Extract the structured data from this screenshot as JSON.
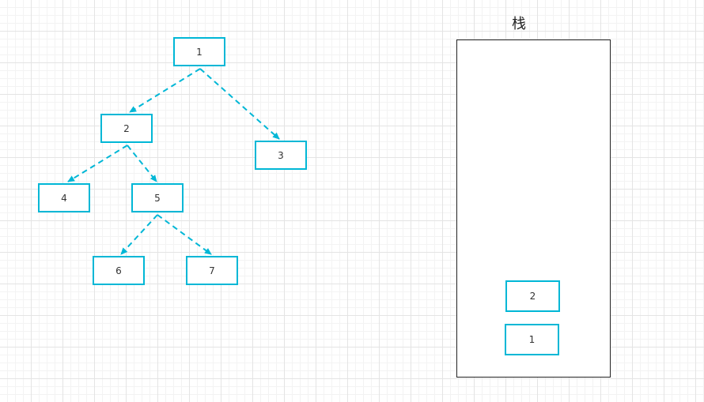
{
  "colors": {
    "node_border": "#00b7d6",
    "edge": "#00b7d6",
    "stack_border": "#222222"
  },
  "tree": {
    "nodes": [
      {
        "id": "1",
        "label": "1"
      },
      {
        "id": "2",
        "label": "2"
      },
      {
        "id": "3",
        "label": "3"
      },
      {
        "id": "4",
        "label": "4"
      },
      {
        "id": "5",
        "label": "5"
      },
      {
        "id": "6",
        "label": "6"
      },
      {
        "id": "7",
        "label": "7"
      }
    ],
    "edges": [
      {
        "from": "1",
        "to": "2"
      },
      {
        "from": "1",
        "to": "3"
      },
      {
        "from": "2",
        "to": "4"
      },
      {
        "from": "2",
        "to": "5"
      },
      {
        "from": "5",
        "to": "6"
      },
      {
        "from": "5",
        "to": "7"
      }
    ]
  },
  "stack": {
    "title": "栈",
    "items": [
      "2",
      "1"
    ]
  }
}
